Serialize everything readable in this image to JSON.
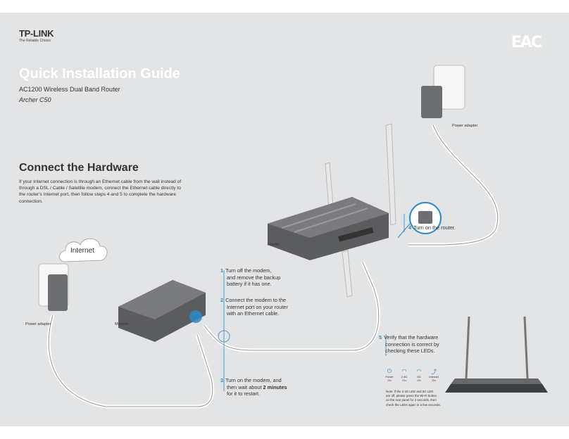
{
  "brand": {
    "name": "TP-LINK",
    "tagline": "The Reliable Choice",
    "cert_mark": "EAC"
  },
  "header": {
    "title": "Quick Installation Guide",
    "subtitle": "AC1200 Wireless Dual Band Router",
    "model": "Archer C50"
  },
  "section": {
    "heading": "Connect the Hardware",
    "intro": "If your Internet connection is through an Ethernet cable from the wall instead of through a DSL / Cable / Satellite modem, connect the Ethernet cable directly to the router's Internet port, then follow steps 4 and 5 to complete the hardware connection."
  },
  "labels": {
    "power_adapter_left": "Power adapter",
    "power_adapter_right": "Power adapter",
    "modem": "Modem",
    "router": "Router",
    "internet": "Internet"
  },
  "steps": [
    {
      "num": "1",
      "line1": "Turn off the modem,",
      "line2": "and remove the backup",
      "line3": "battery if it has one."
    },
    {
      "num": "2",
      "line1": "Connect the modem to the",
      "line2": "Internet port on your router",
      "line3": "with an Ethernet cable."
    },
    {
      "num": "3",
      "line1": "Turn on the modem, and",
      "line2a": "then wait about ",
      "line2b": "2 minutes",
      "line3": "for it to restart."
    },
    {
      "num": "4",
      "line1": "Turn on the router."
    },
    {
      "num": "5",
      "line1": "Verify that the hardware",
      "line2": "connection is correct by",
      "line3": "checking these LEDs."
    }
  ],
  "leds": [
    {
      "icon": "⏻",
      "name": "Power",
      "state": "On"
    },
    {
      "icon": "◠",
      "name": "2.4G",
      "state": "On"
    },
    {
      "icon": "◠",
      "name": "5G",
      "state": "On"
    },
    {
      "icon": "⤴",
      "name": "Internet",
      "state": "On"
    }
  ],
  "note": {
    "line1": "Note: If the 2.4G LED and 5G LED",
    "line2": "are off, please press the Wi-Fi button",
    "line3": "on the rear panel for 2 seconds, then",
    "line4": "check the LEDs again in a few seconds."
  },
  "colors": {
    "page_bg": "#e3e4e6",
    "accent": "#2a8bc7",
    "text": "#333333",
    "title": "#ffffff"
  }
}
